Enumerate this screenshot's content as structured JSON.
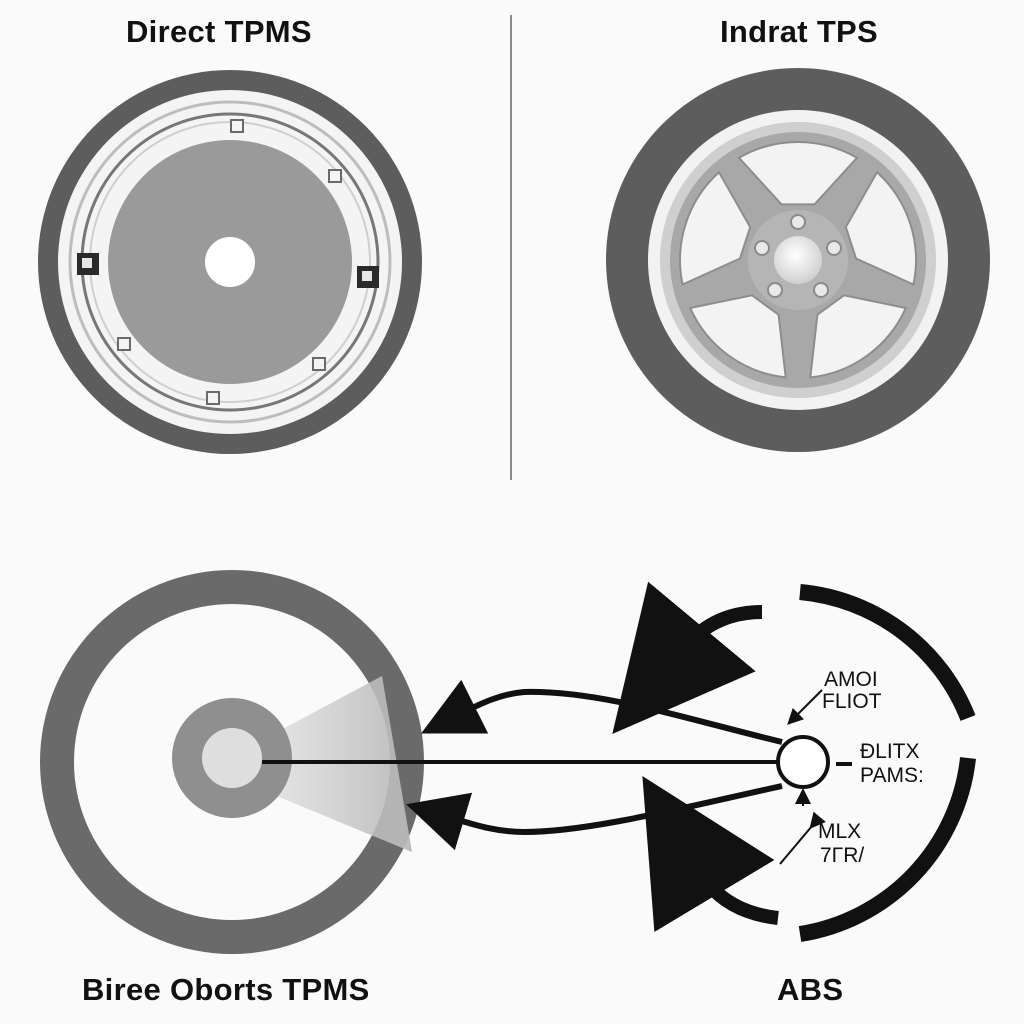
{
  "titles": {
    "direct": "Direct TPMS",
    "indirect": "Indrat TPS",
    "bottom_left": "Biree Oborts TPMS",
    "abs": "ABS"
  },
  "abs_labels": {
    "label_1_line1": "AMOI",
    "label_1_line2": "FLIOT",
    "label_2_line1": "ĐLITX",
    "label_2_line2": "PAMS:",
    "label_3_line1": "MLX",
    "label_3_line2": "7ΓR/"
  },
  "colors": {
    "tire_dark": "#5d5d5d",
    "disc_gray": "#9a9a9a",
    "sensor_dark": "#2a2a2a",
    "background": "#fafafa"
  }
}
